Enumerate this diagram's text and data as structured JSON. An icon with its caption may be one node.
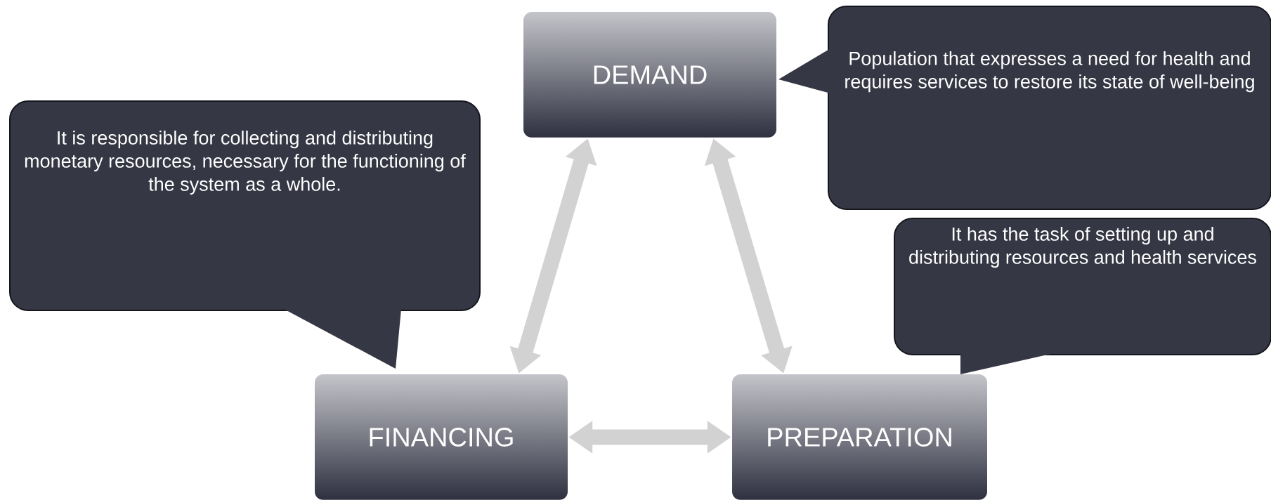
{
  "diagram": {
    "nodes": [
      {
        "text": [
          "DEMAND"
        ]
      },
      {
        "text": [
          "Population that expresses a need for health and requires services to restore its state of well-being"
        ]
      },
      {
        "text": [
          "It is responsible for collecting and distributing monetary resources, necessary for the functioning of the system as a whole."
        ]
      },
      {
        "text": [
          "It has the task of setting up and distributing resources and health services"
        ]
      },
      {
        "text": [
          "FINANCING"
        ]
      },
      {
        "text": [
          "PREPARATION"
        ]
      }
    ],
    "edges": [
      {
        "from": 4,
        "to": 0,
        "arrow": "both"
      },
      {
        "from": 0,
        "to": 5,
        "arrow": "both"
      },
      {
        "from": 4,
        "to": 5,
        "arrow": "both"
      }
    ]
  }
}
